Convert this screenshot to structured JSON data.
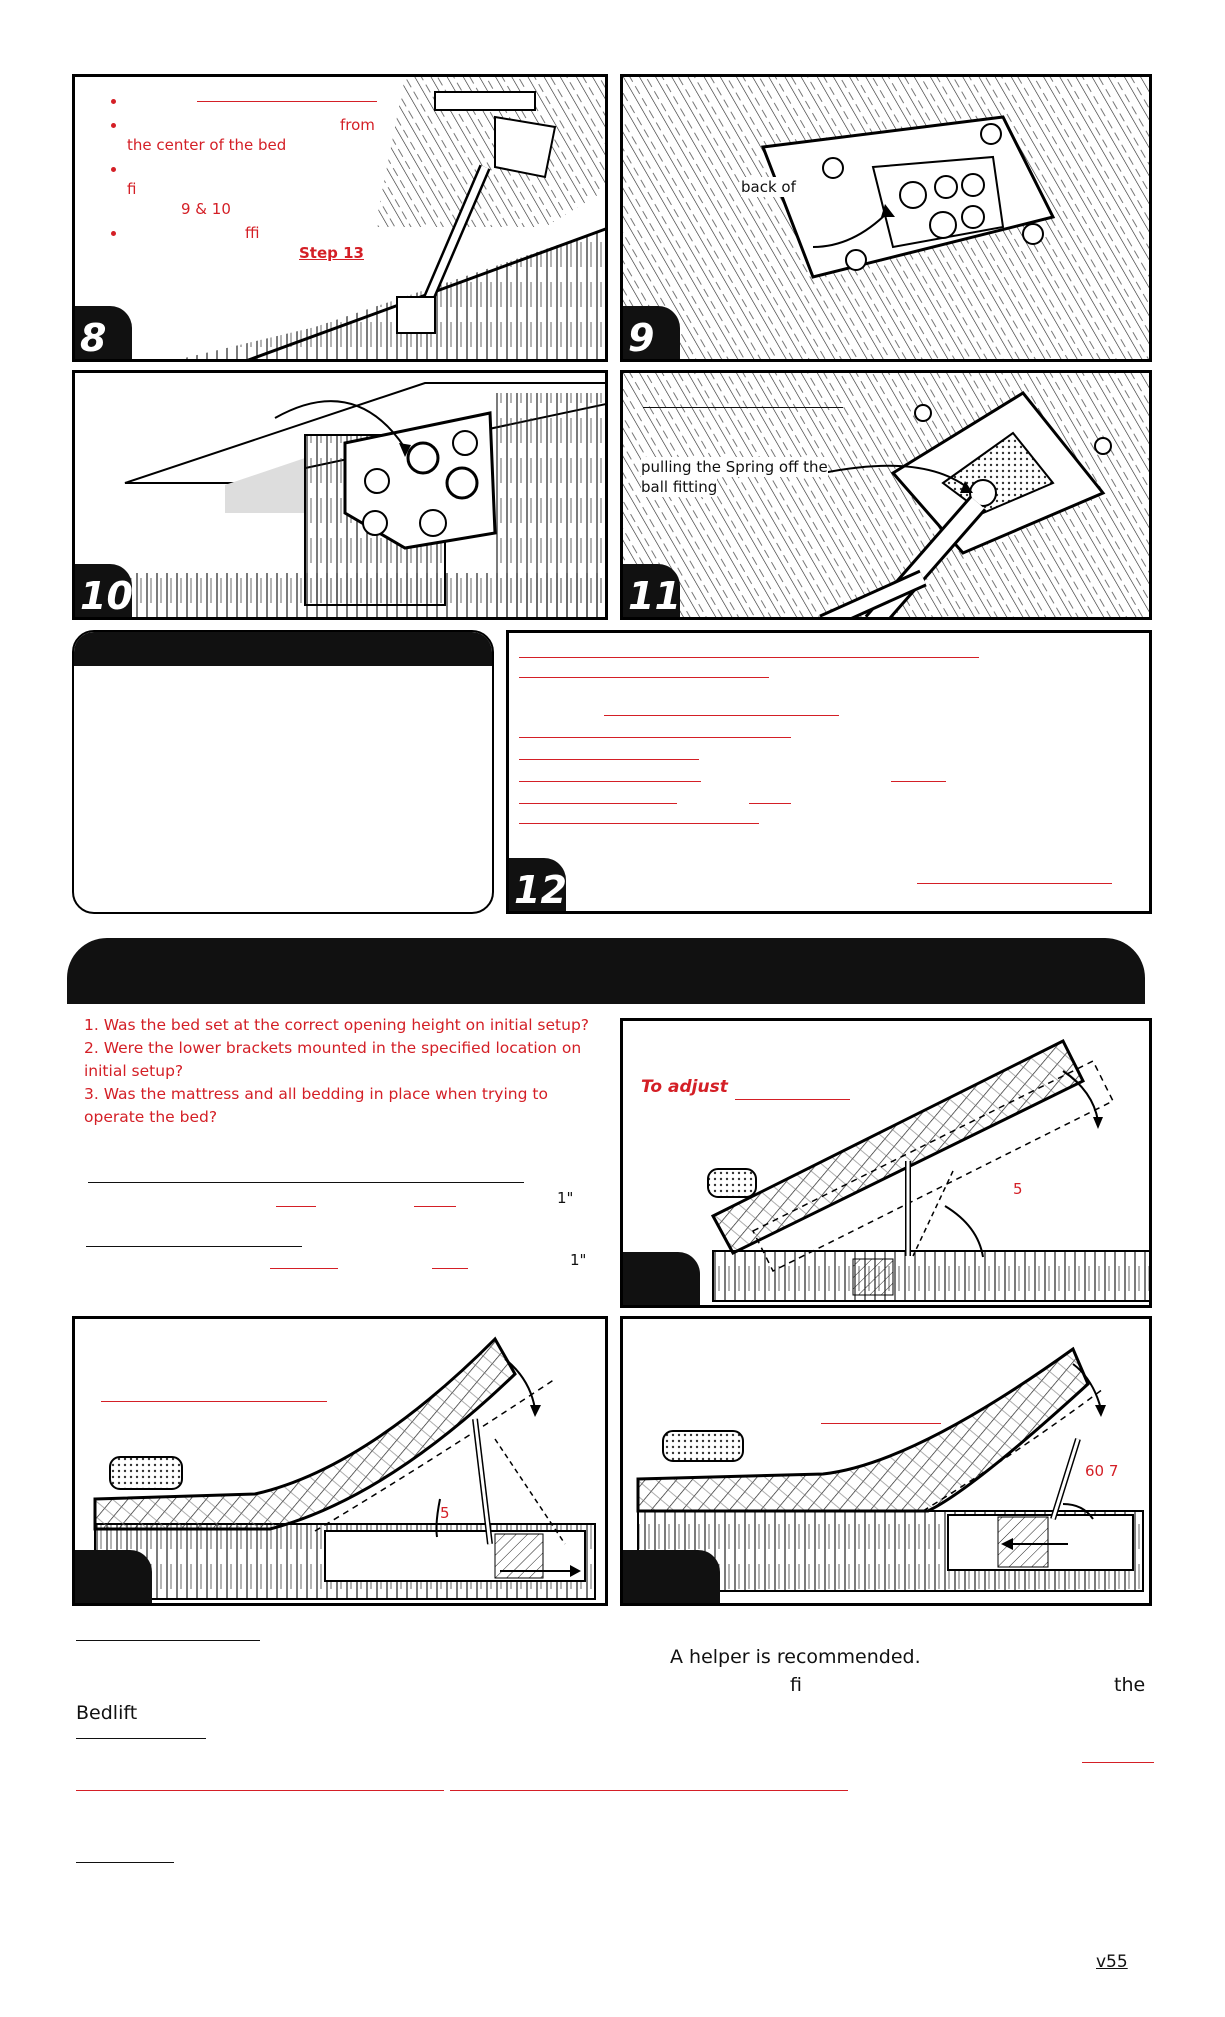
{
  "steps": {
    "s8": {
      "number": "8",
      "bullet_from": "from",
      "bullet_center": "the center of the bed",
      "bullet_fi": "fi",
      "bullet_steps": "9 & 10",
      "bullet_ffi": "ffi",
      "step_link": "Step 13"
    },
    "s9": {
      "number": "9",
      "callout": "back of"
    },
    "s10": {
      "number": "10"
    },
    "s11": {
      "number": "11",
      "callout_line1": "pulling the Spring off the",
      "callout_line2": "ball fitting"
    },
    "s12": {
      "number": "12"
    }
  },
  "troubleshooting": {
    "questions": [
      "1. Was the bed set at the correct opening height on initial setup?",
      "2. Were the lower brackets mounted in the specified location on initial setup?",
      "3. Was the mattress and all bedding in place when trying to operate the bed?"
    ],
    "measure_a": "1\"",
    "measure_b": "1\"",
    "fig_a": {
      "label": "To adjust",
      "value": "5"
    },
    "fig_b": {
      "value": "5"
    },
    "fig_c": {
      "value": "60  7"
    }
  },
  "footer": {
    "helper": "A  helper  is recommended.",
    "fi": "fi",
    "the": "the",
    "bedlift": "Bedlift",
    "version": "v55"
  },
  "colors": {
    "accent": "#d41f26",
    "ink": "#111111"
  }
}
